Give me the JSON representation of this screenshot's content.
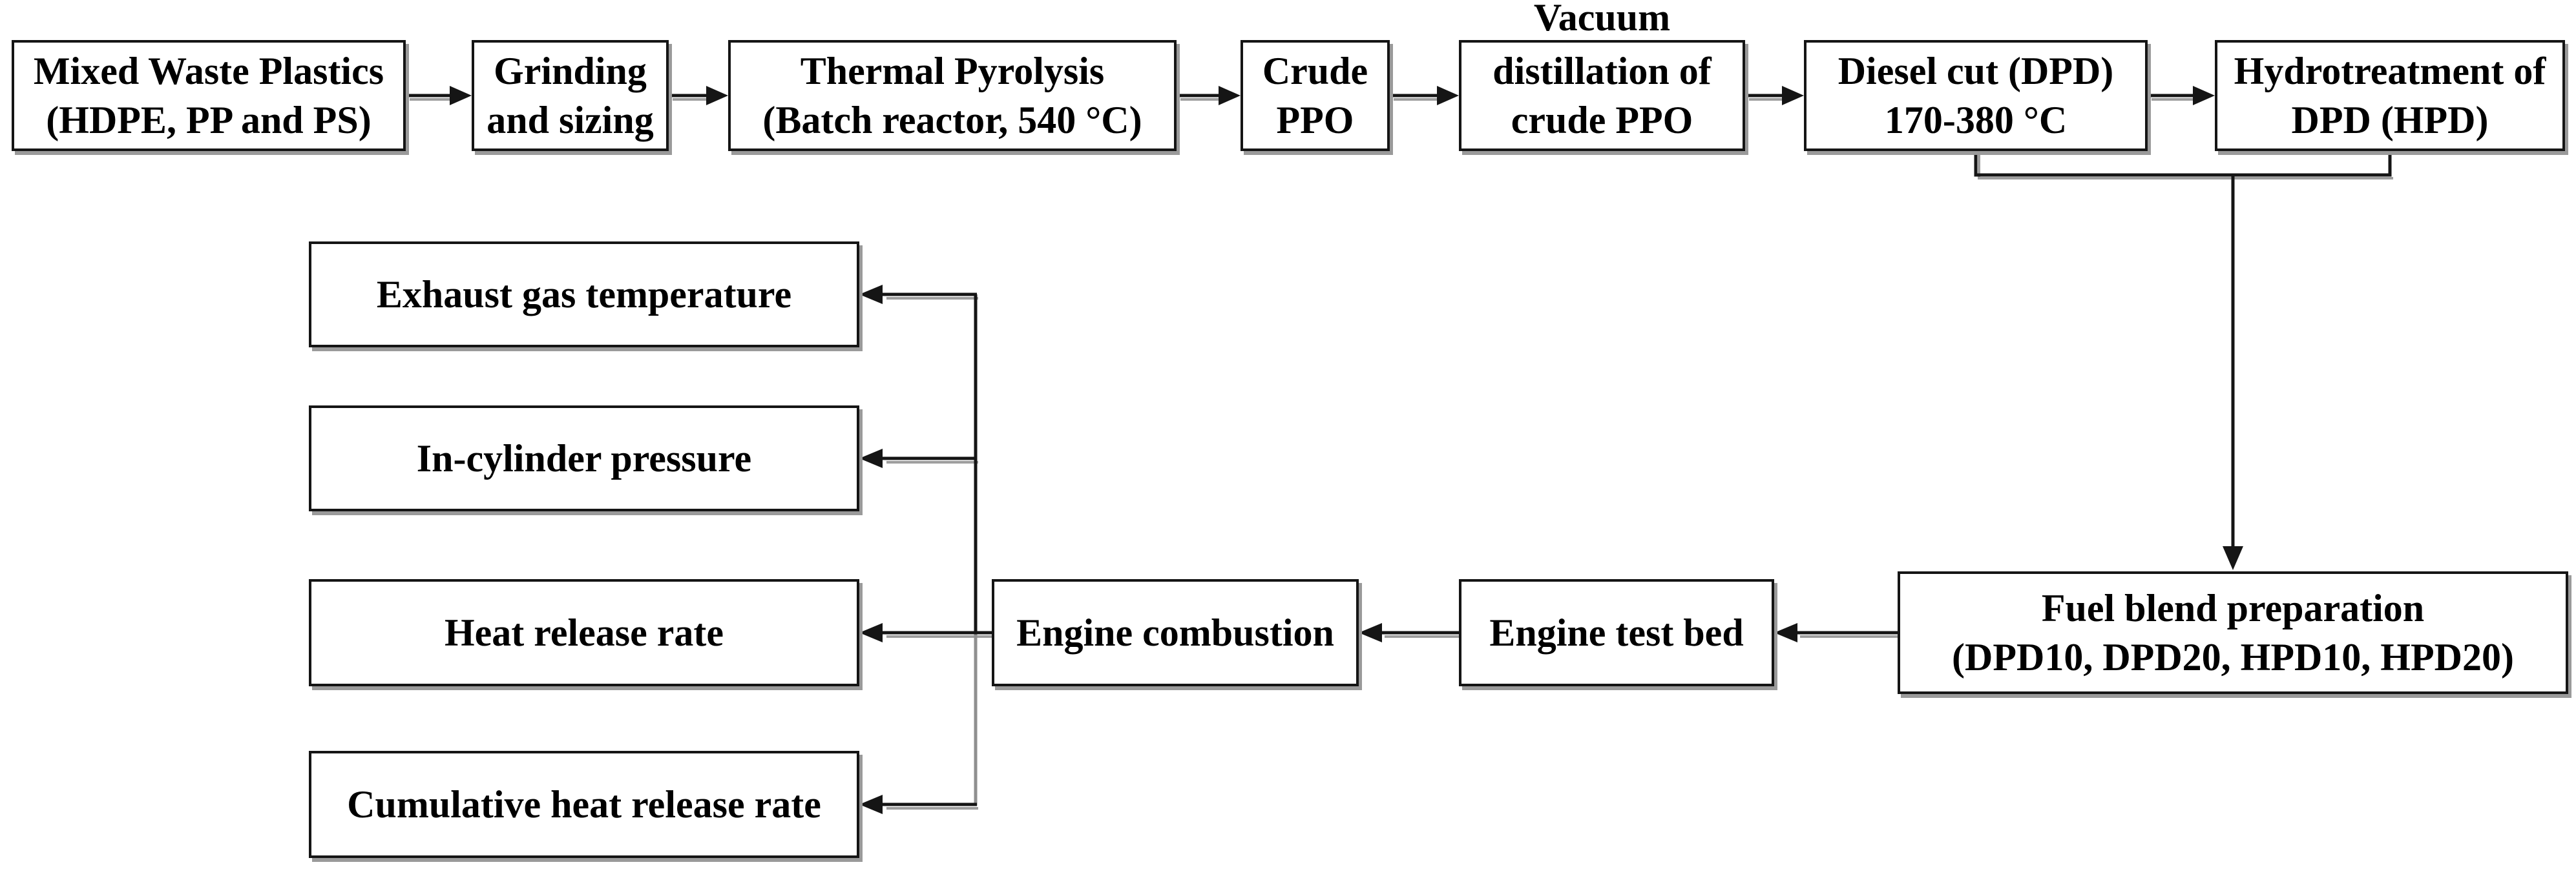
{
  "diagram": {
    "background": "#ffffff",
    "colors": {
      "box_border": "#151515",
      "box_shadow": "#9a9a9a",
      "line": "#151515",
      "line_shadow": "#9e9e9e",
      "trunk_lower_segment": "#8f8f8f",
      "text": "#000000"
    },
    "nodes": {
      "mixed_waste_plastics": {
        "line1": "Mixed Waste Plastics",
        "line2": "(HDPE, PP and PS)"
      },
      "grinding_sizing": {
        "line1": "Grinding",
        "line2": "and sizing"
      },
      "thermal_pyrolysis": {
        "line1": "Thermal Pyrolysis",
        "line2": "(Batch reactor, 540 °C)"
      },
      "crude_ppo": {
        "line1": "Crude",
        "line2": "PPO"
      },
      "vacuum_distillation": {
        "label_above": "Vacuum",
        "line1": "distillation of",
        "line2": "crude PPO"
      },
      "diesel_cut": {
        "line1": "Diesel cut (DPD)",
        "line2": "170-380 °C"
      },
      "hydrotreatment": {
        "line1": "Hydrotreatment of",
        "line2": "DPD (HPD)"
      },
      "fuel_blend_preparation": {
        "line1": "Fuel blend preparation",
        "line2": "(DPD10, DPD20, HPD10, HPD20)"
      },
      "engine_test_bed": {
        "label": "Engine test bed"
      },
      "engine_combustion": {
        "label": "Engine combustion"
      },
      "exhaust_gas_temperature": {
        "label": "Exhaust gas temperature"
      },
      "in_cylinder_pressure": {
        "label": "In-cylinder pressure"
      },
      "heat_release_rate": {
        "label": "Heat release rate"
      },
      "cumulative_heat_release_rate": {
        "label": "Cumulative heat release rate"
      }
    },
    "edges": [
      "Mixed Waste Plastics -> Grinding and sizing",
      "Grinding and sizing -> Thermal Pyrolysis",
      "Thermal Pyrolysis -> Crude PPO",
      "Crude PPO -> Vacuum distillation of crude PPO",
      "Vacuum distillation of crude PPO -> Diesel cut (DPD)",
      "Diesel cut (DPD) -> Hydrotreatment of DPD (HPD)",
      "Diesel cut (DPD) -> (bottom loop) -> Hydrotreatment of DPD (HPD)",
      "Diesel cut / Hydrotreatment junction -> Fuel blend preparation",
      "Fuel blend preparation -> Engine test bed",
      "Engine test bed -> Engine combustion",
      "Engine combustion -> Exhaust gas temperature",
      "Engine combustion -> In-cylinder pressure",
      "Engine combustion -> Heat release rate",
      "Engine combustion -> Cumulative heat release rate"
    ]
  }
}
